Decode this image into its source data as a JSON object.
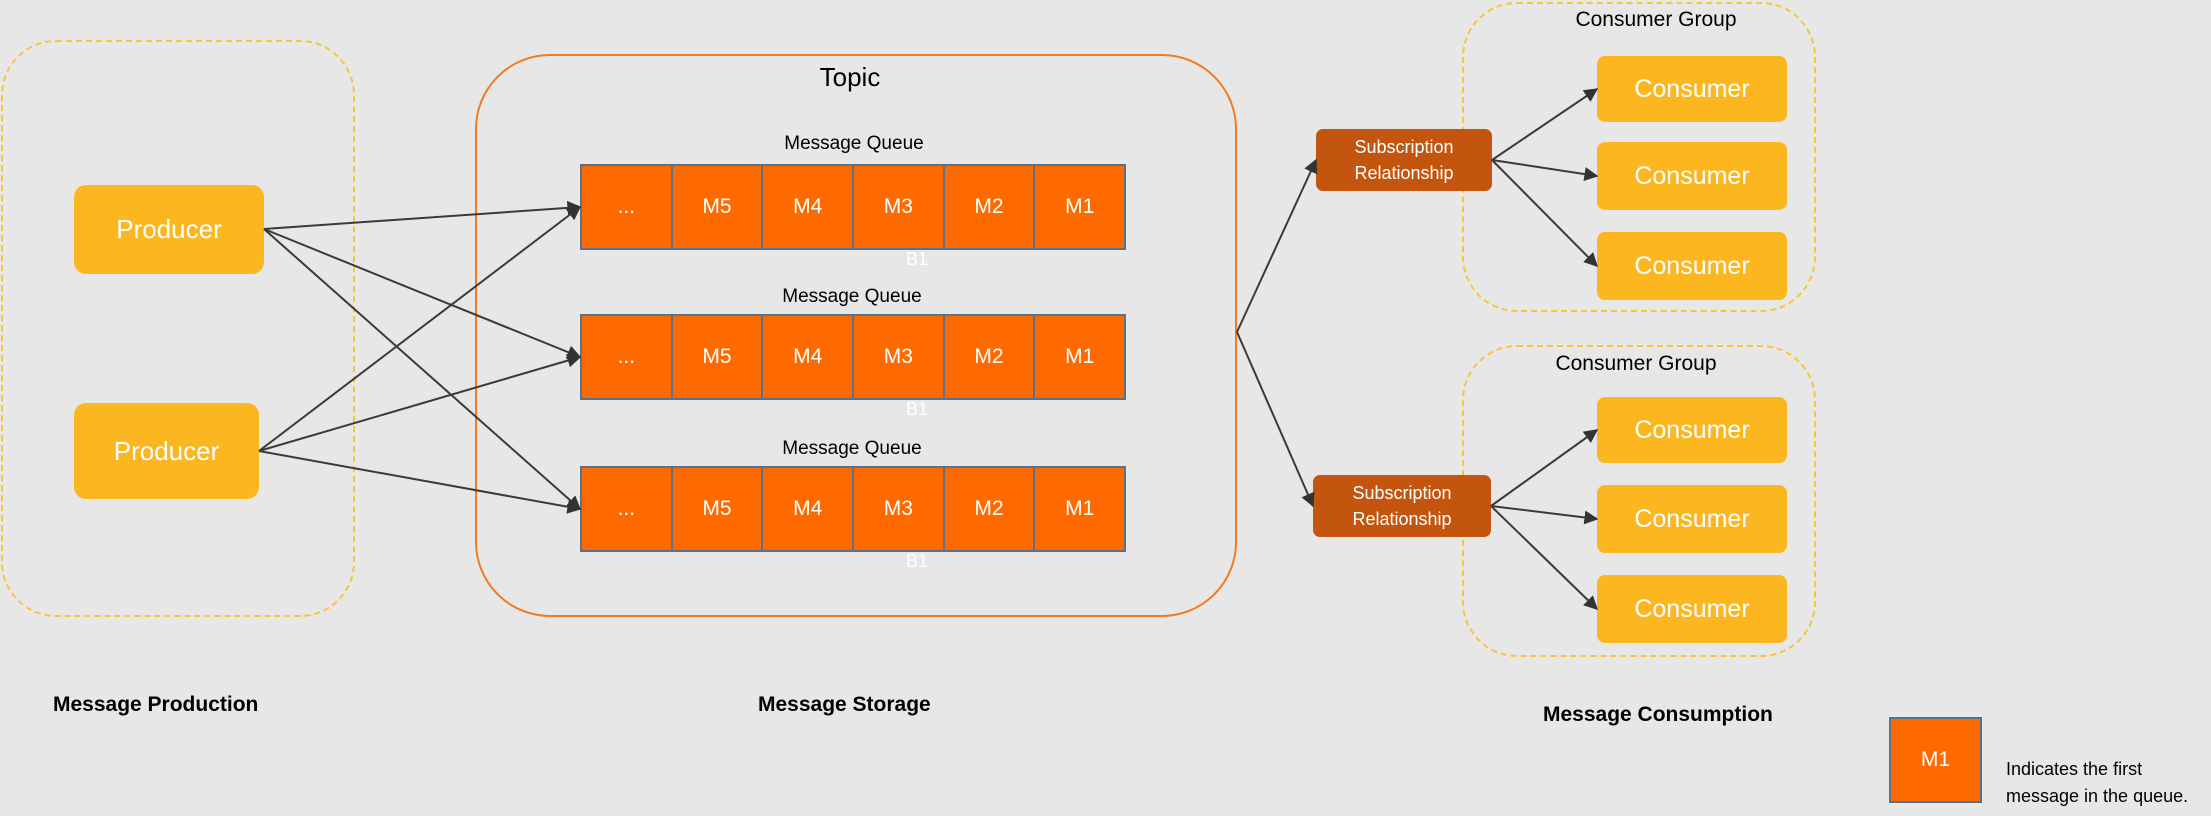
{
  "topic": {
    "title": "Topic"
  },
  "producers": [
    "Producer",
    "Producer"
  ],
  "queues": [
    {
      "label": "Message Queue",
      "cells": [
        "...",
        "M5",
        "M4",
        "M3",
        "M2",
        "M1"
      ],
      "marker": "B1"
    },
    {
      "label": "Message Queue",
      "cells": [
        "...",
        "M5",
        "M4",
        "M3",
        "M2",
        "M1"
      ],
      "marker": "B1"
    },
    {
      "label": "Message Queue",
      "cells": [
        "...",
        "M5",
        "M4",
        "M3",
        "M2",
        "M1"
      ],
      "marker": "B1"
    }
  ],
  "subscriptions": [
    [
      "Subscription",
      "Relationship"
    ],
    [
      "Subscription",
      "Relationship"
    ]
  ],
  "consumer_groups": [
    {
      "title": "Consumer Group",
      "consumers": [
        "Consumer",
        "Consumer",
        "Consumer"
      ]
    },
    {
      "title": "Consumer Group",
      "consumers": [
        "Consumer",
        "Consumer",
        "Consumer"
      ]
    }
  ],
  "sections": {
    "production": "Message Production",
    "storage": "Message Storage",
    "consumption": "Message Consumption"
  },
  "legend": {
    "box": "M1",
    "text_line1": "Indicates the first",
    "text_line2": "message in the queue."
  },
  "colors": {
    "background": "#e7e7e7",
    "producer": "#fcb61f",
    "consumer": "#fcb61f",
    "queue_cell": "#ff6a00",
    "subscription": "#c3550e",
    "topic_border": "#f47a21",
    "group_border": "#f9c33c",
    "arrow": "#333333"
  }
}
